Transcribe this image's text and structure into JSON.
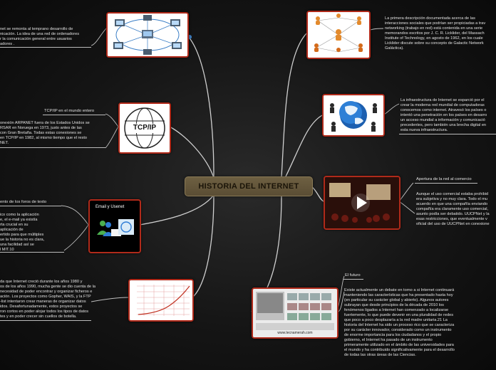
{
  "central": {
    "label": "HISTORIA DEL INTERNET"
  },
  "notes": {
    "tl_network": "net se remonta al temprano desarrollo de\nnicación. La idea de una red de ordenadores\nr la comunicación general entre usuarios\nadores .",
    "tcp_title": "TCP/IP en el mundo entero",
    "tcp_body": "onexión ARPANET fuera de los Estados Unidos se\nRSAR en Noruega en 1973, justo antes de las\ncon Gran Bretaña. Todas estas conexiones se\nen TCP/IP en 1982, al mismo tiempo que el resto\nNET.",
    "email_title": "ento de los foros de texto",
    "email_body": "ico como la aplicación\ne, el e-mail ya existía\nrta crucial en su\naplicación de\nertido para que múltiples\nue la historia no es clara,\nuna facilidad así se\nl MIT.10",
    "growth_body": "da que Internet creció durante los años 1980 y\nos de los años 1990, mucha gente se dio cuenta de la\nnecesidad de poder encontrar y organizar ficheros e\nación. Los proyectos como Gopher, WAIS, y la FTP\n-list intentaron crear maneras de organizar datos\nidos. Desafortunadamente, estos proyectos se\nron cortos en poder alojar todos los tipos de datos\ntes y en poder crecer sin cuellos de botella.",
    "tr_desc": "La primera descripción documentada acerca de las\ninteracciones sociales que podrían ser propiciadas a trav\nnetworking (trabajo en red) está contenida en una serie\nmemorandos escritos por J. C. R. Licklider, del Massach\nInstitute of Technology, en agosto de 1962, en los cuale\nLicklider discute sobre su concepto de Galactic Network\nGaláctica).",
    "globe_desc": "La infraestructura de Internet se esparció por el\ncrear la moderna red mundial de computadoras\nconocemos como internet. Atravesó los países o\nintentó una penetración en los países en desarro\nun acceso mundial a información y comunicació\nprecedentes, pero también una brecha digital en\nesta nueva infraestructura.",
    "commerce_title": "Apertura de la red al comercio",
    "commerce_body": "Aunque el uso comercial estaba prohibid\nera subjetiva y no muy clara. Todo el mu\nacuerdo en que una compañía enviando\ncompañía era claramente uso comercial,\nasunto podía ser debatido. UUCPNet y la\nesas restricciones, que eventualmente v\noficial del uso de UUCPNet en conexione",
    "future_title": "El futuro",
    "future_body": "Existe actualmente un debate en torno a si Internet continuará\nmanteniendo las características que ha presentado hasta hoy\n(en particular su carácter global y abierto). Algunos autores\nsubrayan que desde principios de la década de 2010 los\nfenómenos ligados a Internet han comenzado a localizarse\nfuertemente, lo que puede devenir en una pluralidad de redes\nque poco a poco desplazaría a la red madre unitaria.21 La\nhistoria del Internet ha sido un proceso rico que se caracteriza\npor su carácter innovador, considerado como un instrumento\nde enorme importancia para los ciudadanos y el propio\ngobierno, el Internet ha pasado de un instrumento\nprimeramente utilizado en el ámbito de las universidades para\nel mundo y ha contribuido significativamente para el desarrollo\nde todas las otras áreas de las Ciencias."
  },
  "images": {
    "tcp_logo": "TCP/IP",
    "email_header": "Email y Usenet",
    "video_caption": "www.tecnamerah.com"
  },
  "colors": {
    "branch": "#cfcfcf",
    "image_border": "#b02a1a",
    "central_bg": "#5f5238"
  }
}
